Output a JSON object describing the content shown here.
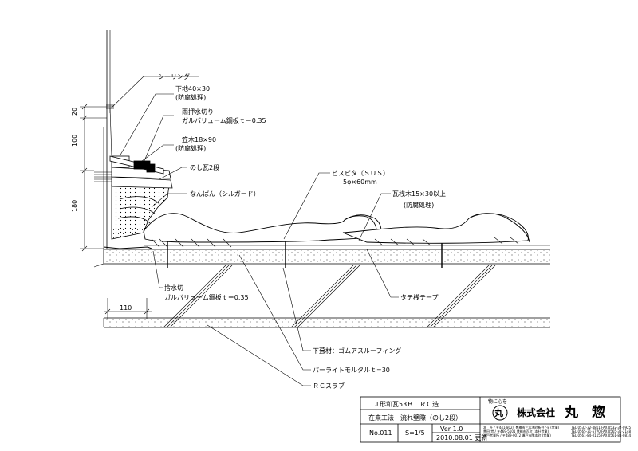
{
  "callouts": {
    "sealing": "シーリング",
    "base_wood": "下地40×30",
    "base_wood_treat": "(防腐処理)",
    "flashing": "雨押水切り",
    "flashing_mat": "ガルバリューム鋼板ｔ＝0.35",
    "kasagi": "笠木18×90",
    "kasagi_treat": "(防腐処理)",
    "noshi": "のし瓦2段",
    "nanban": "なんばん（シルガード）",
    "screw": "ビスピタ（ＳＵＳ）",
    "screw_size": "5φ×60mm",
    "batten": "瓦桟木15×30以上",
    "batten_treat": "(防腐処理)",
    "drain": "捨水切",
    "drain_mat": "ガルバリューム鋼板ｔ＝0.35",
    "tape": "タテ桟テープ",
    "underlay": "下葺材：ゴムアスルーフィング",
    "mortar": "パーライトモルタルｔ=30",
    "slab": "ＲＣスラブ"
  },
  "dimensions": {
    "d20": "20",
    "d100": "100",
    "d180": "180",
    "d110": "110"
  },
  "title_block": {
    "title": "Ｊ形和瓦53Ｂ　ＲＣ造",
    "subtitle": "在来工法　流れ壁際（のし2段）",
    "number": "No.011",
    "scale": "S=1/5",
    "version": "Ver 1.0",
    "date": "2010.08.01 更新",
    "slogan": "物に心を",
    "logo_text": "丸",
    "company": "株式会社",
    "company_name": "丸　惣",
    "addr_lines": [
      "本　社 / 〒441-8024 豊橋市三本木町新井7-8 (営業)",
      "豊田 営 / 〒469-5101 豊橋市瓦町 (本社営業)",
      "瀬戸営業所 / 〒489-0072 瀬戸市陶本町 (営業)"
    ],
    "tel_lines": [
      "TEL 0532-32-4811  FAX 0532-32-0925",
      "TEL 0565-31-5770  FAX 0565-31-2148",
      "TEL 0561-84-0115  FAX 0561-84-0814"
    ]
  }
}
